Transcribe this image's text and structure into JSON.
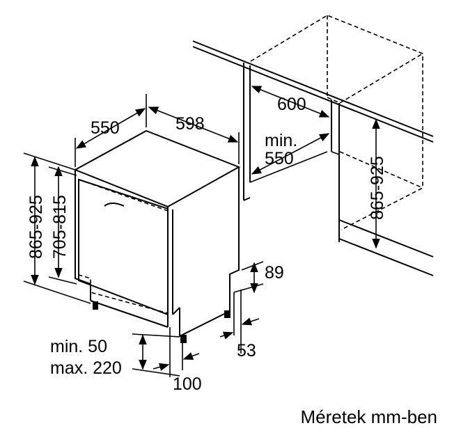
{
  "dimensions": {
    "depth": "550",
    "width": "598",
    "niche_width": "600",
    "niche_min_label": "min.",
    "niche_min_depth": "550",
    "niche_height": "865-925",
    "total_height": "865-925",
    "door_height": "705-815",
    "plinth_height": "89",
    "plinth_depth": "53",
    "min_label": "min. 50",
    "max_label": "max. 220",
    "foot_offset": "100"
  },
  "caption": "Méretek mm-ben"
}
